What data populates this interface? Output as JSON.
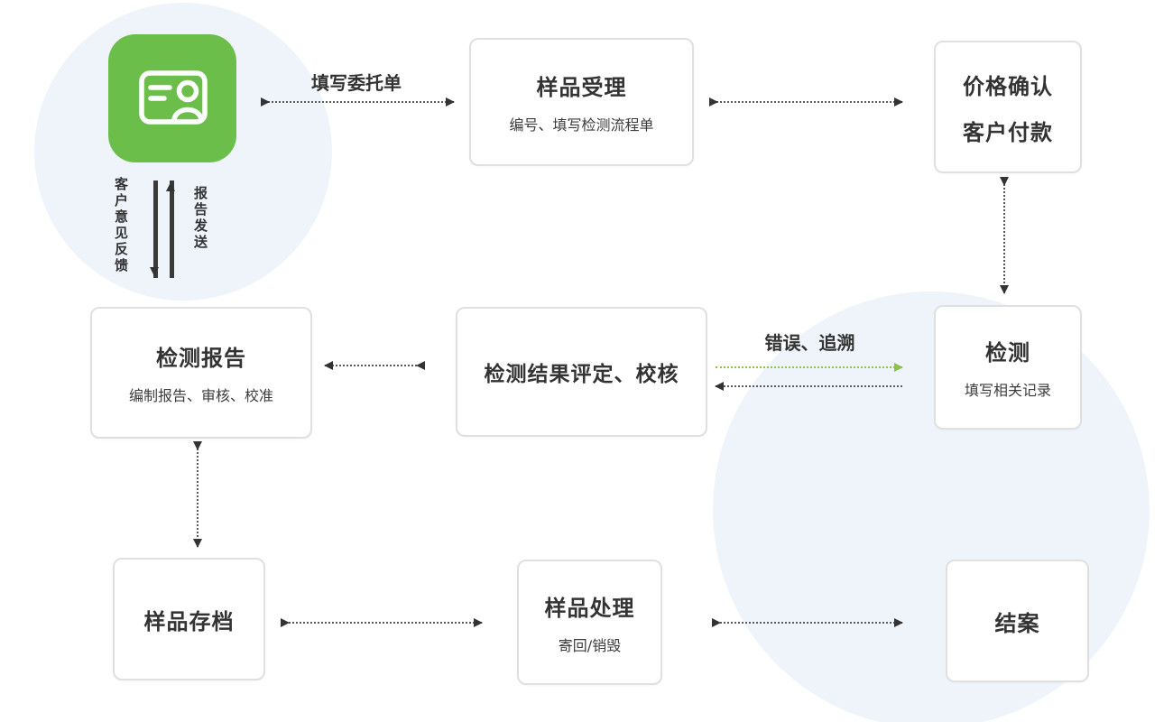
{
  "diagram": {
    "flow_labels": {
      "fill_form": "填写委托单",
      "error_trace": "错误、追溯",
      "customer_feedback": "客户意见反馈",
      "report_send": "报告发送"
    },
    "nodes": {
      "acceptance": {
        "title": "样品受理",
        "subtitle": "编号、填写检测流程单"
      },
      "payment": {
        "line1": "价格确认",
        "line2": "客户付款"
      },
      "testing": {
        "title": "检测",
        "subtitle": "填写相关记录"
      },
      "evaluation": {
        "title": "检测结果评定、校核"
      },
      "report": {
        "title": "检测报告",
        "subtitle": "编制报告、审核、校准"
      },
      "archive": {
        "title": "样品存档"
      },
      "disposal": {
        "title": "样品处理",
        "subtitle": "寄回/销毁"
      },
      "close_case": {
        "title": "结案"
      }
    },
    "colors": {
      "icon_green": "#6cbe4a",
      "arrow_green": "#8bc34a",
      "arrow_dark": "#333333",
      "circle_bg": "#eff4fb",
      "box_border": "#e0e0e0"
    }
  }
}
